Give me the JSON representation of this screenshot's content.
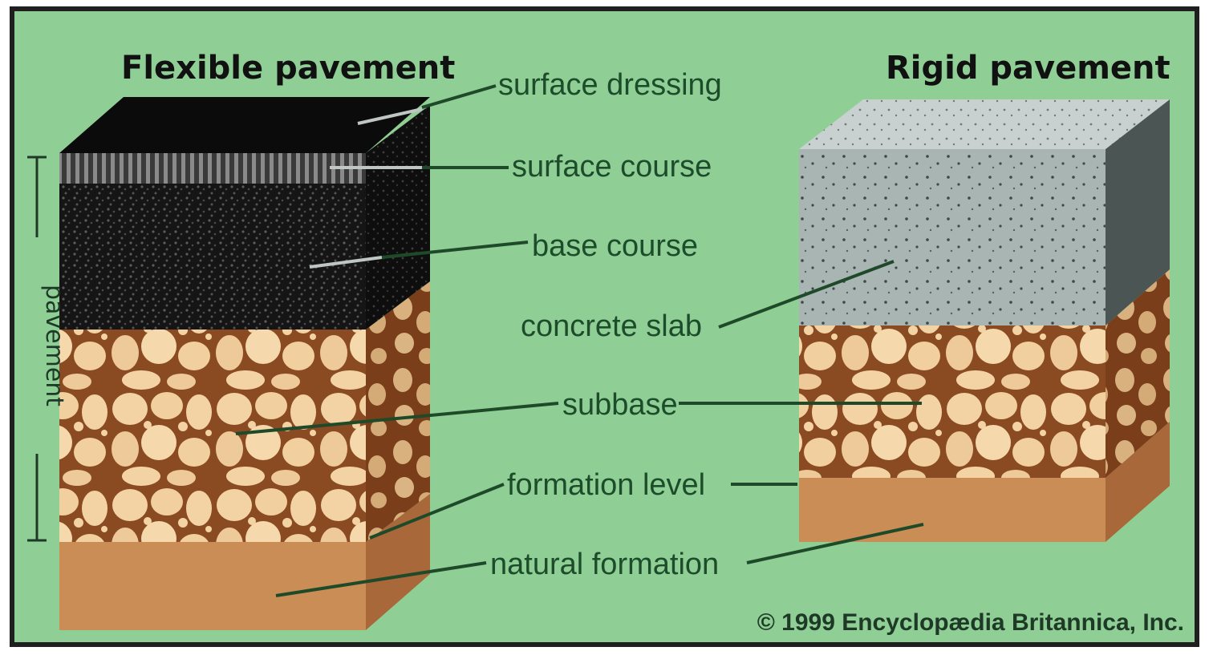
{
  "titles": {
    "flexible": "Flexible pavement",
    "rigid": "Rigid pavement"
  },
  "labels": {
    "surface_dressing": "surface dressing",
    "surface_course": "surface course",
    "base_course": "base course",
    "concrete_slab": "concrete slab",
    "subbase": "subbase",
    "formation_level": "formation level",
    "natural_formation": "natural formation"
  },
  "side_label": "pavement",
  "copyright": "© 1999 Encyclopædia Britannica, Inc.",
  "colors": {
    "background": "#8fcf96",
    "asphalt": "#1a1a1a",
    "subbase_stone": "#f3d3a4",
    "subbase_mortar": "#8a4a22",
    "natural_soil": "#c98d55",
    "concrete": "#a7b3b1",
    "leader_line": "#1f4a2a"
  }
}
